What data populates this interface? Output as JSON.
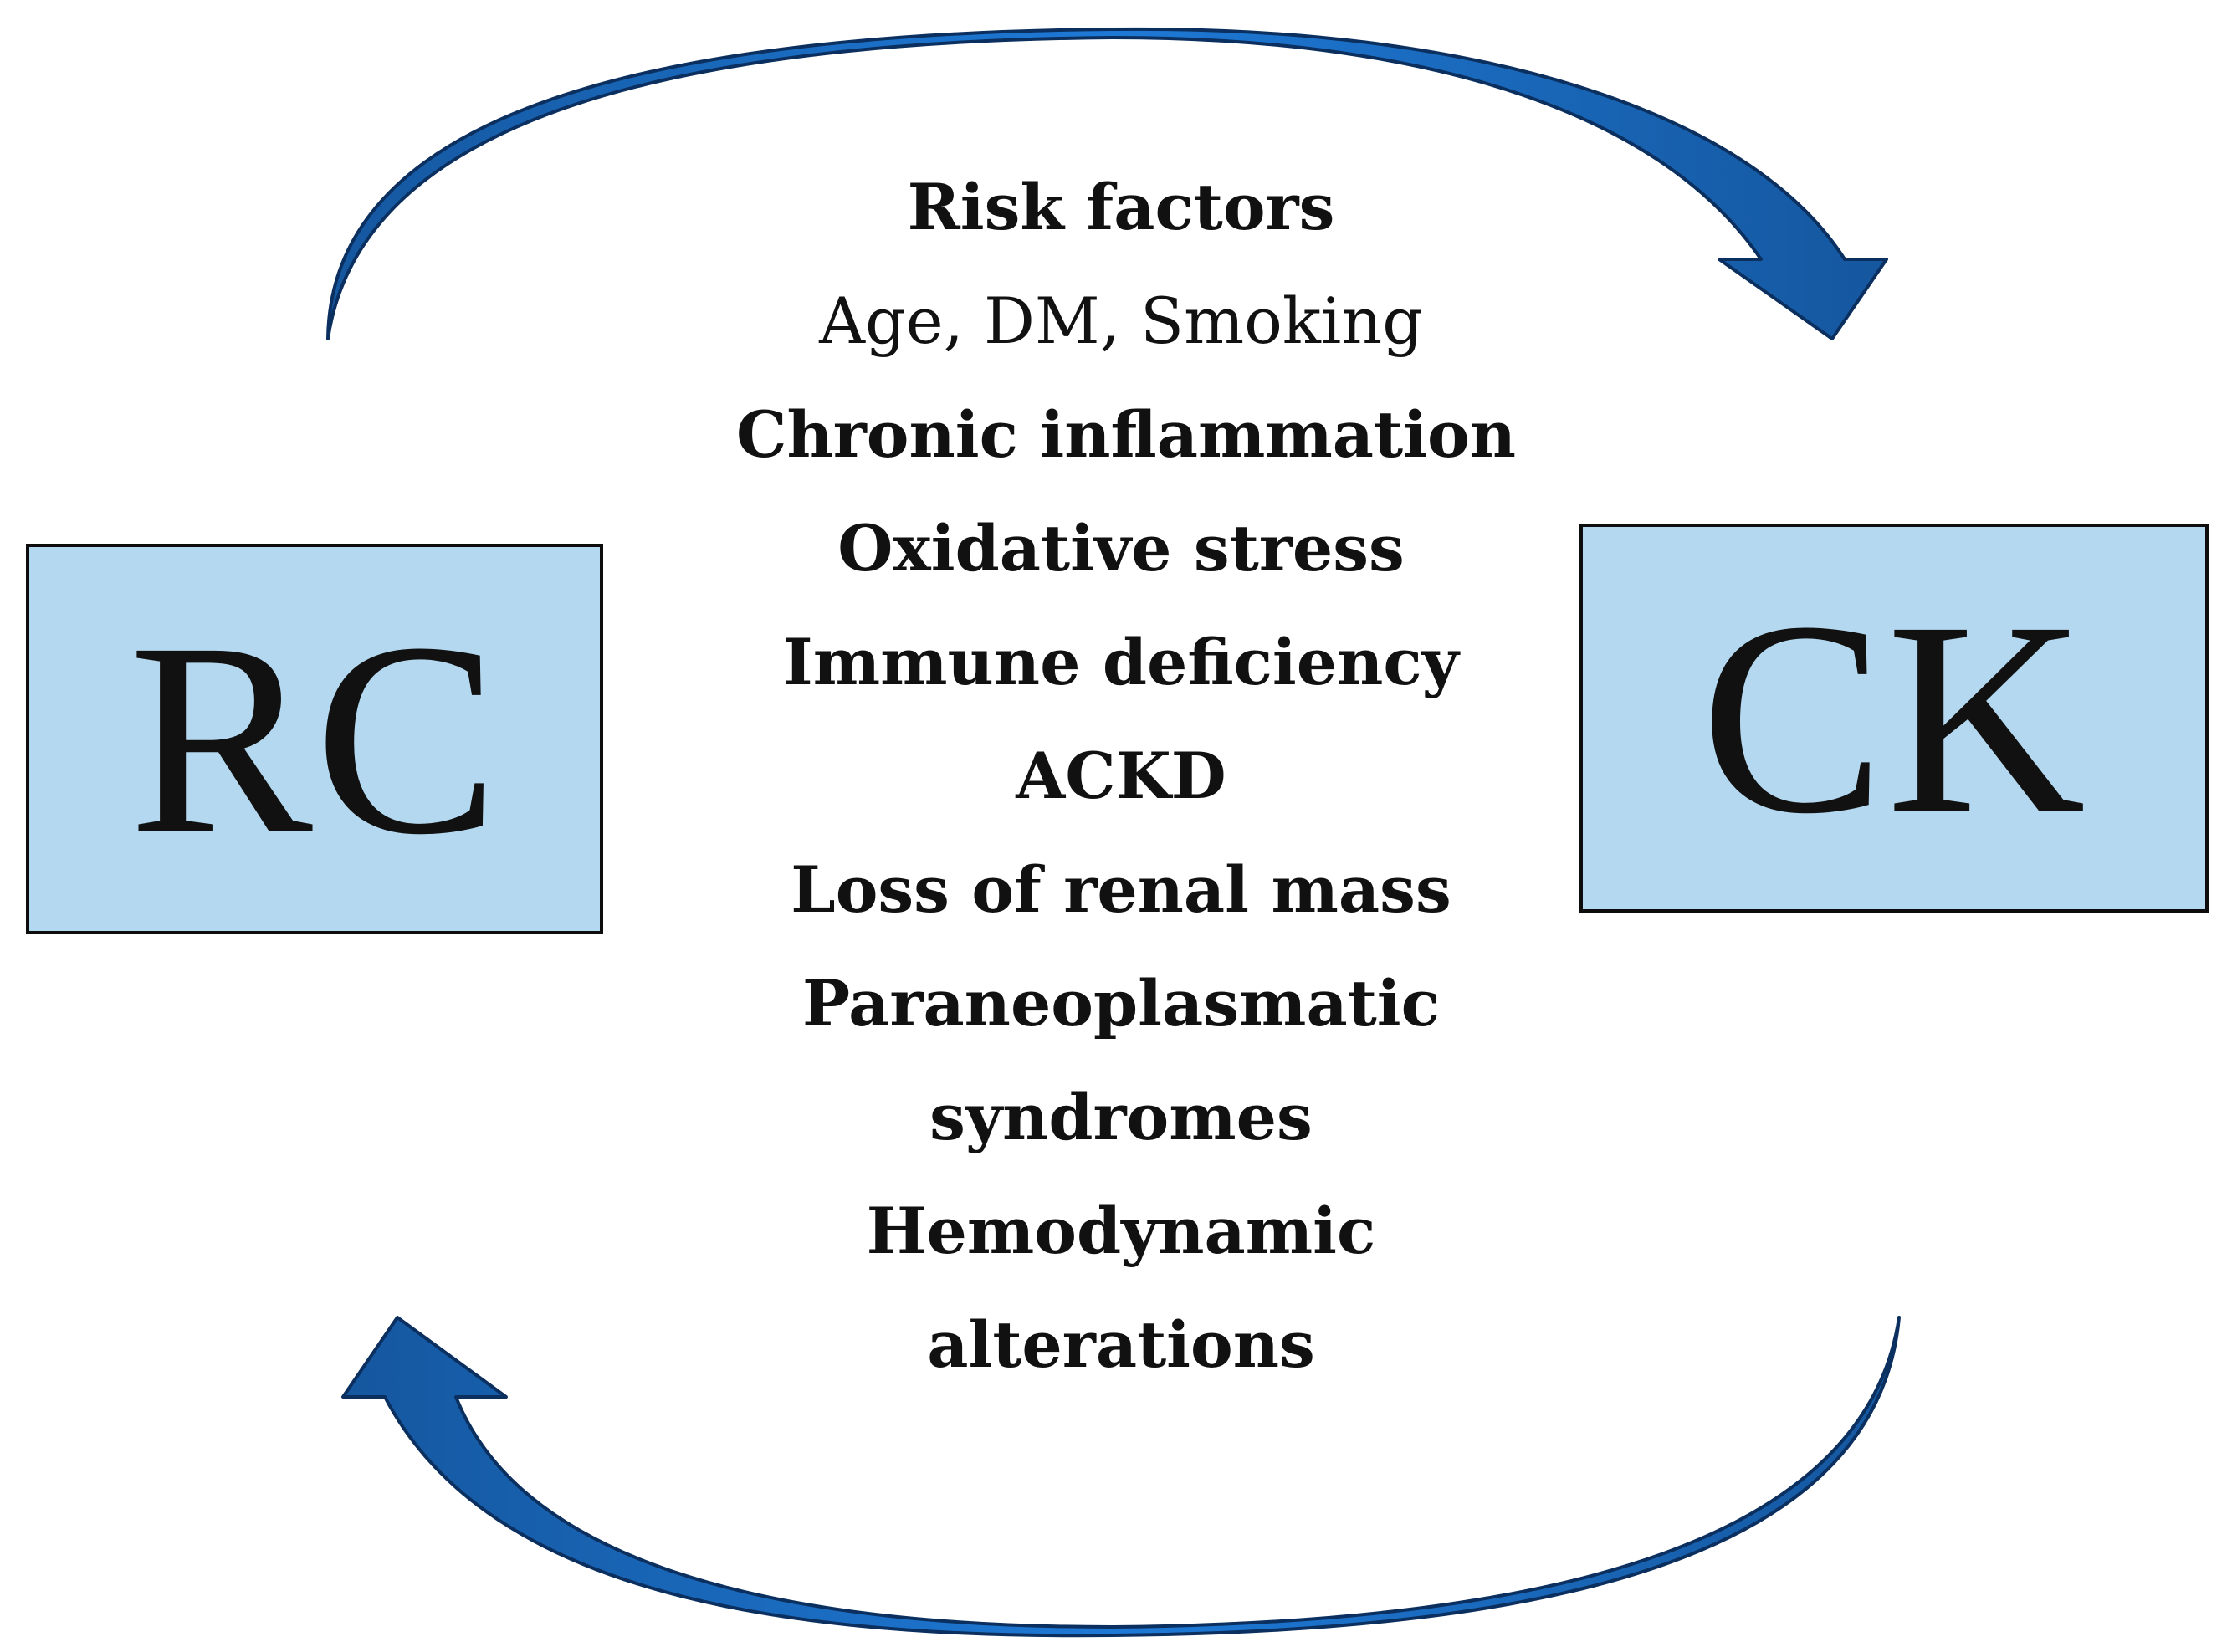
{
  "colors": {
    "box_fill": "#b4d8ef",
    "box_border": "#0d0d0d",
    "arrow_fill": "#1a6fc9",
    "arrow_stroke": "#0b2f5e"
  },
  "left_box": {
    "label": "RC"
  },
  "right_box": {
    "label": "CK"
  },
  "arrows": {
    "top": {
      "direction": "RC to CK",
      "icon": "curved-arrow-right-icon"
    },
    "bottom": {
      "direction": "CK to RC",
      "icon": "curved-arrow-left-icon"
    }
  },
  "factors": [
    {
      "text": "Risk factors",
      "weight": "bold"
    },
    {
      "text": "Age, DM, Smoking",
      "weight": "normal"
    },
    {
      "text": "Chronic inflammation",
      "weight": "bold"
    },
    {
      "text": "Oxidative stress",
      "weight": "bold"
    },
    {
      "text": "Immune deficiency",
      "weight": "bold"
    },
    {
      "text": "ACKD",
      "weight": "bold"
    },
    {
      "text": "Loss of renal mass",
      "weight": "bold"
    },
    {
      "text": "Paraneoplasmatic",
      "weight": "bold"
    },
    {
      "text": "syndromes",
      "weight": "bold"
    },
    {
      "text": "Hemodynamic",
      "weight": "bold"
    },
    {
      "text": "alterations",
      "weight": "bold"
    }
  ]
}
